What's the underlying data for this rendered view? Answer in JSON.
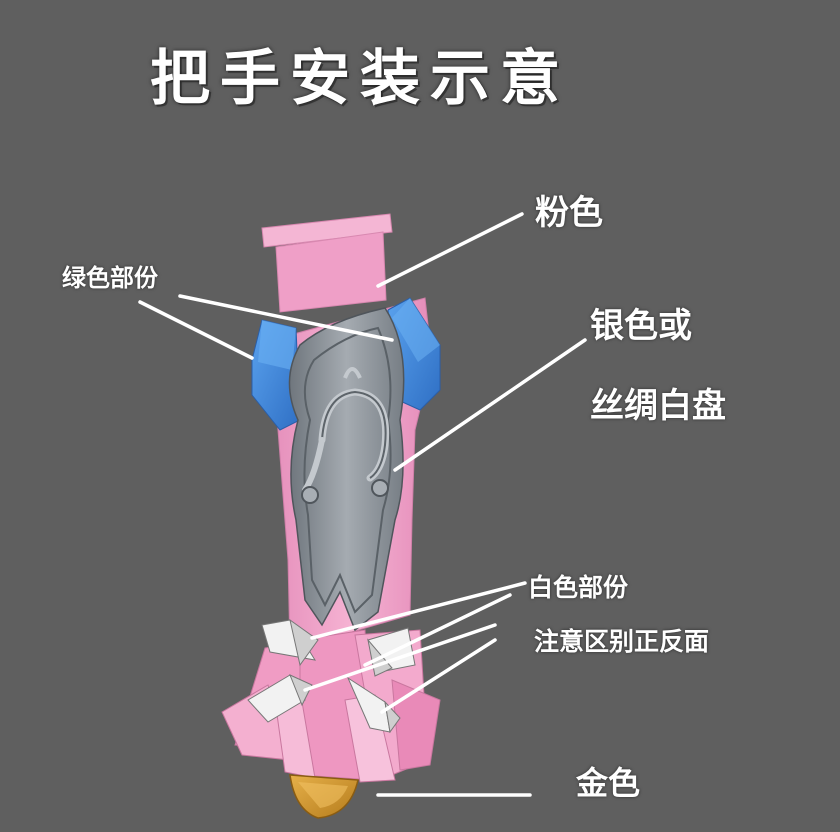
{
  "title": "把手安装示意",
  "labels": {
    "pink": "粉色",
    "green_part": "绿色部份",
    "silver_line1": "银色或",
    "silver_line2": "丝绸白盘",
    "white_part": "白色部份",
    "note": "注意区别正反面",
    "gold": "金色"
  },
  "colors": {
    "background": "#5f5f5f",
    "pink": "#f0a7cb",
    "blue": "#4a8fe0",
    "silver": "#8f969e",
    "white": "#eeeeee",
    "gold": "#d49a2e",
    "arrow": "#ffffff"
  }
}
